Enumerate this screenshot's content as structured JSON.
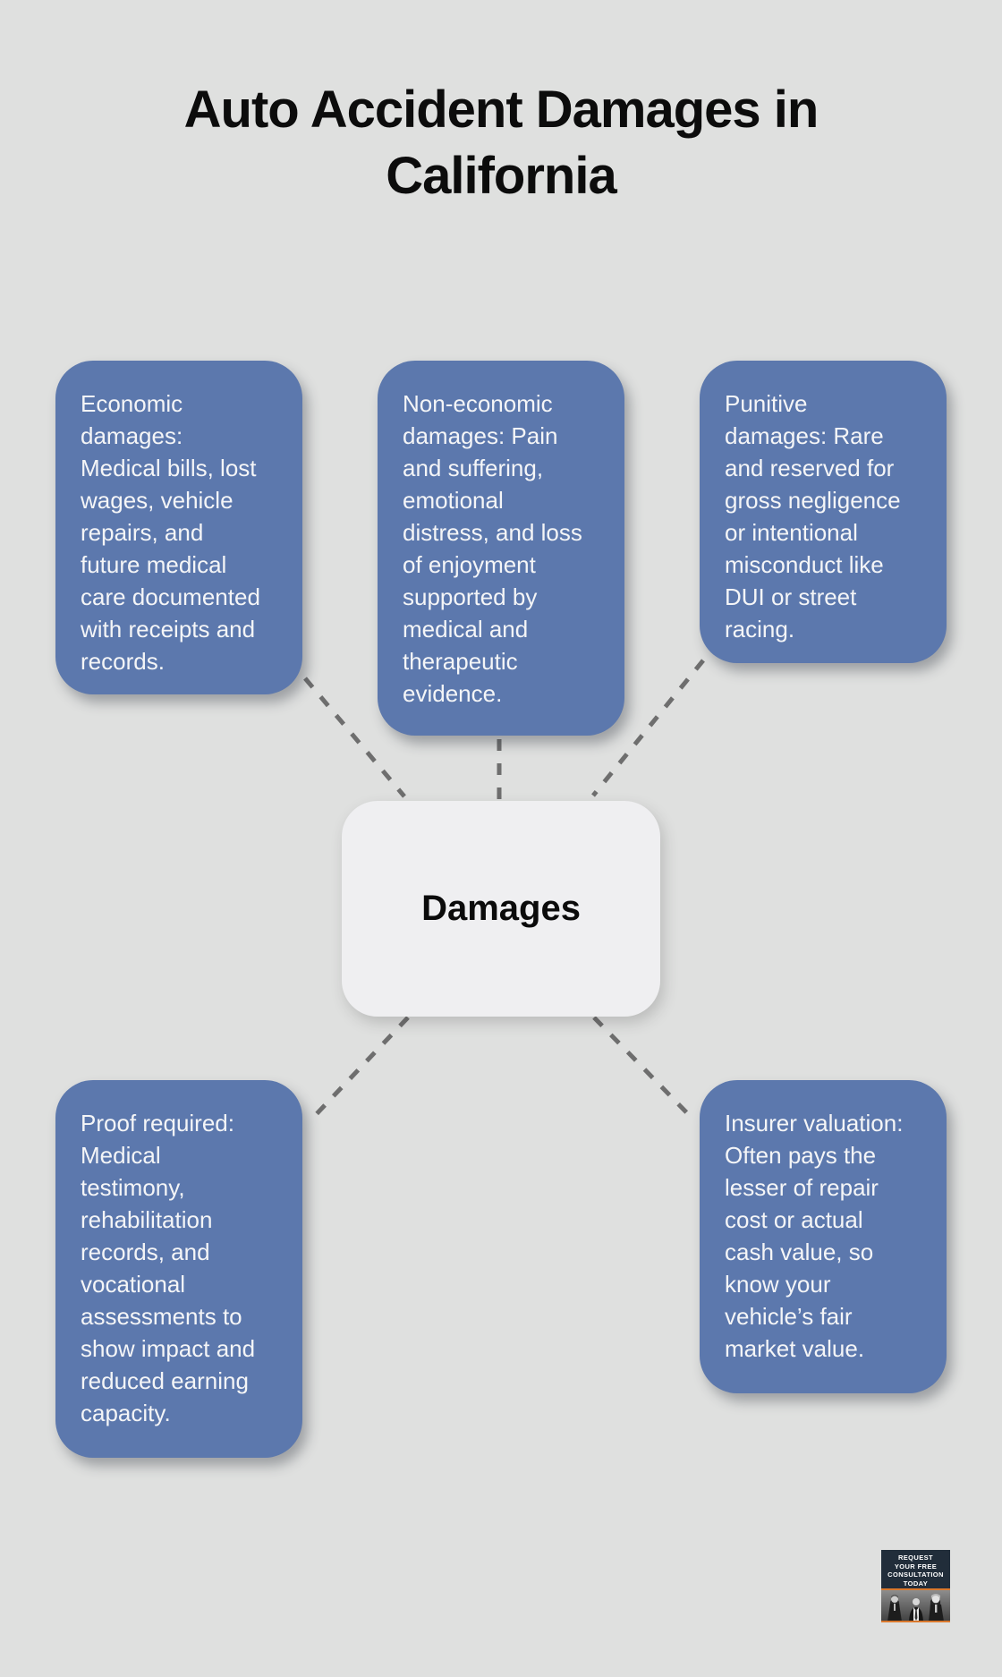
{
  "title": "Auto Accident Damages in\nCalifornia",
  "center_node": {
    "label": "Damages"
  },
  "nodes": [
    {
      "name": "economic-damages",
      "text": "Economic\ndamages:\nMedical bills, lost\nwages, vehicle\nrepairs, and\nfuture medical\ncare documented\nwith receipts and\nrecords."
    },
    {
      "name": "non-economic-damages",
      "text": "Non-economic\ndamages: Pain\nand suffering,\nemotional\ndistress, and loss\nof enjoyment\nsupported by\nmedical and\ntherapeutic\nevidence."
    },
    {
      "name": "punitive-damages",
      "text": "Punitive\ndamages: Rare\nand reserved for\ngross negligence\nor intentional\nmisconduct like\nDUI or street\nracing."
    },
    {
      "name": "proof-required",
      "text": "Proof required:\nMedical\ntestimony,\nrehabilitation\nrecords, and\nvocational\nassessments to\nshow impact and\nreduced earning\ncapacity."
    },
    {
      "name": "insurer-valuation",
      "text": "Insurer valuation:\nOften pays the\nlesser of repair\ncost or actual\ncash value, so\nknow your\nvehicle’s fair\nmarket value."
    }
  ],
  "badge": {
    "cta": "REQUEST\nYOUR FREE\nCONSULTATION\nTODAY"
  },
  "colors": {
    "background": "#dfe0df",
    "node_fill": "#5c78ad",
    "node_text": "#f4f5f7",
    "center_fill": "#efeff1",
    "connector": "#6e6e6e",
    "title_text": "#0c0c0c",
    "badge_navy": "#212d3a",
    "badge_orange": "#d9782d"
  }
}
